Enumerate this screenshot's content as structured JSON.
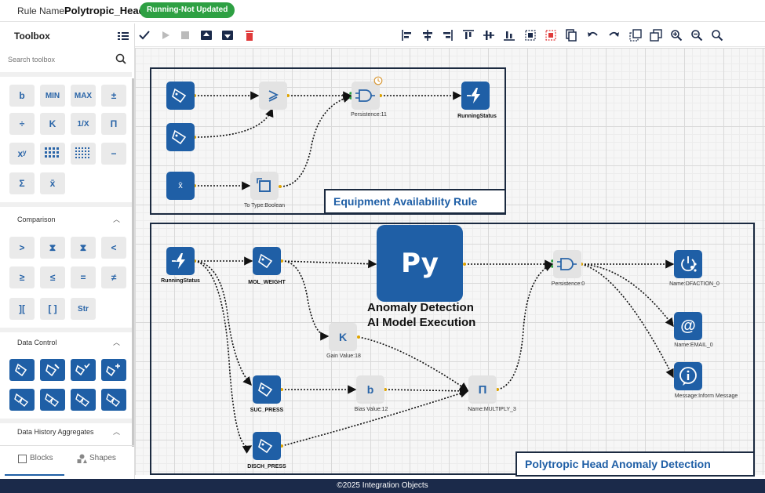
{
  "header": {
    "rule_name_label": "Rule Name",
    "rule_name": "Polytropic_Head",
    "status": "Running-Not Updated",
    "status_color": "#2ea043"
  },
  "toolbox": {
    "title": "Toolbox",
    "search_placeholder": "Search toolbox",
    "math_tools": [
      "b",
      "MIN",
      "MAX",
      "±",
      "÷",
      "K",
      "1/X",
      "Π",
      "xʸ",
      "",
      "",
      "−",
      "Σ",
      "x̄"
    ],
    "comparison": {
      "label": "Comparison",
      "tools": [
        ">",
        "⧗",
        "⧗",
        "<",
        "≥",
        "≤",
        "=",
        "≠",
        "][",
        "[ ]",
        "Str"
      ]
    },
    "data_control": {
      "label": "Data Control"
    },
    "data_history": {
      "label": "Data History Aggregates"
    },
    "tabs": {
      "blocks": "Blocks",
      "shapes": "Shapes"
    }
  },
  "canvas": {
    "frame1_label": "Equipment Availability Rule",
    "frame2_label": "Polytropic Head Anomaly Detection",
    "nodes": {
      "persistence_11": "Persistence:11",
      "running_status_out": "RunningStatus",
      "to_type": "To Type:Boolean",
      "x_bar": "x̄",
      "running_status_in": "RunningStatus",
      "mol_weight": "MOL_WEIGHT",
      "gain": "Gain Value:18",
      "gain_symbol": "K",
      "suc_press": "SUC_PRESS",
      "bias": "Bias Value:12",
      "bias_symbol": "b",
      "disch_press": "DISCH_PRESS",
      "multiply": "Name:MULTIPLY_3",
      "multiply_symbol": "Π",
      "persistence_0": "Persistence:0",
      "dfaction": "Name:DFACTION_0",
      "email": "Name:EMAIL_0",
      "email_symbol": "@",
      "inform": "Message:Inform Message",
      "py_symbol": "Py",
      "py_caption_line1": "Anomaly Detection",
      "py_caption_line2": "AI Model Execution"
    }
  },
  "footer": {
    "copyright": "©2025 Integration Objects"
  },
  "colors": {
    "accent": "#1f5fa6",
    "frame": "#1b2a40",
    "footer": "#1b2a4a",
    "connector_dot": "#e0a400"
  }
}
